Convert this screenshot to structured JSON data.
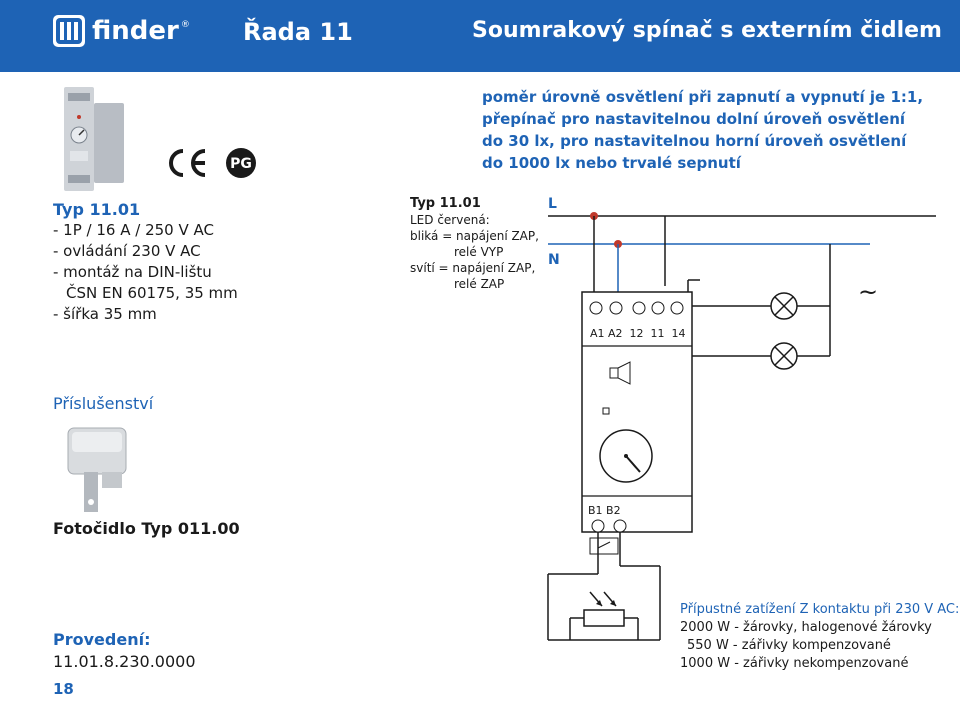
{
  "header": {
    "brand": "finder",
    "brand_mark": "®",
    "series": "Řada 11",
    "title": "Soumrakový spínač s externím čidlem"
  },
  "intro_lines": [
    "poměr úrovně osvětlení při zapnutí a vypnutí je 1:1,",
    "přepínač pro nastavitelnou dolní úroveň osvětlení",
    "do 30 lx, pro nastavitelnou horní úroveň osvětlení",
    "do 1000 lx nebo trvalé sepnutí"
  ],
  "type_block": {
    "title": "Typ 11.01",
    "specs": [
      "- 1P / 16 A / 250 V AC",
      "- ovládání 230 V AC",
      "- montáž na DIN-lištu",
      "  ČSN EN 60175, 35 mm",
      "- šířka 35 mm"
    ]
  },
  "led_block": {
    "title": "Typ 11.01",
    "line1": "LED červená:",
    "line2": "bliká = napájení ZAP,",
    "line3": "relé VYP",
    "line4": "svítí = napájení ZAP,",
    "line5": "relé ZAP"
  },
  "diagram": {
    "line_L": "L",
    "line_N": "N",
    "terminal_labels": "A1 A2  12  11  14",
    "sensor_terminals": "B1 B2",
    "ac_symbol": "~"
  },
  "accessories": "Příslušenství",
  "photocell_label": "Fotočidlo Typ 011.00",
  "provedeni": {
    "label": "Provedení:",
    "code": "11.01.8.230.0000"
  },
  "load": {
    "header": "Přípustné zatížení Z kontaktu při 230 V AC:",
    "rows": [
      "2000 W - žárovky, halogenové žárovky",
      "  550 W - zářivky kompenzované",
      "1000 W - zářivky nekompenzované"
    ]
  },
  "page_number": "18",
  "colors": {
    "brand_blue": "#1e63b5",
    "red_dot": "#c0392b"
  }
}
